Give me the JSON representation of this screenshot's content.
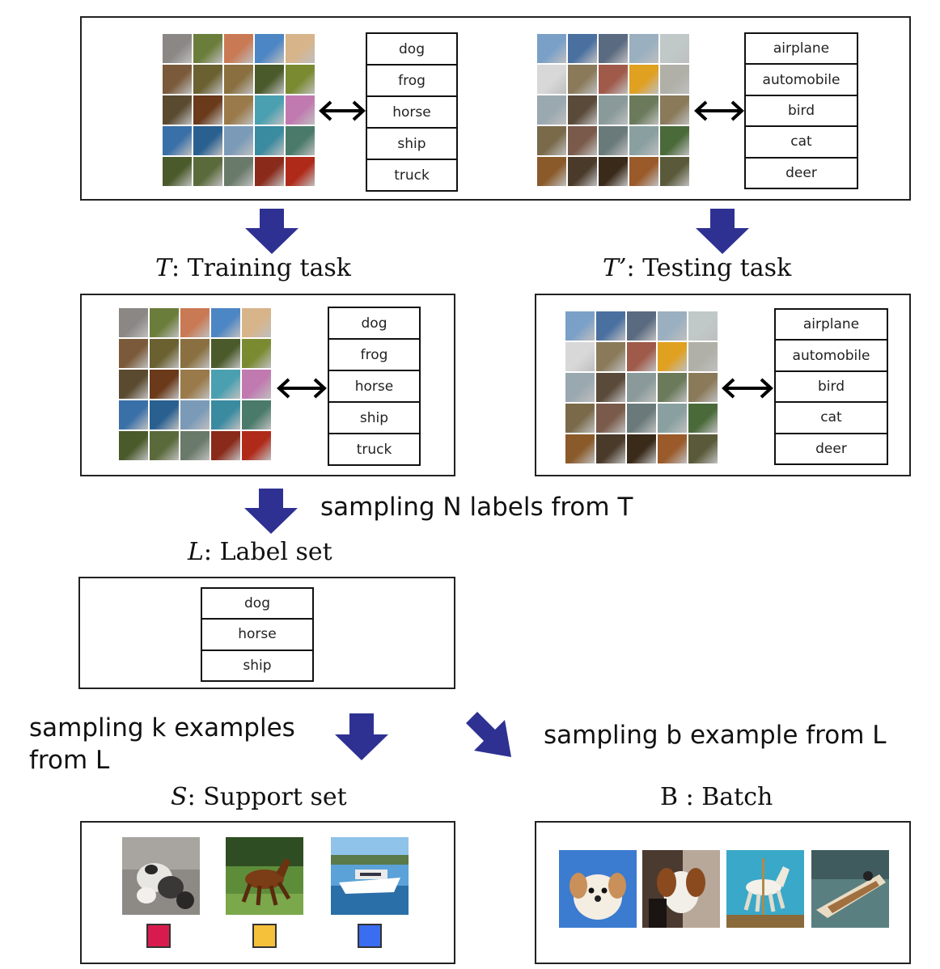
{
  "dataset_panel": {
    "train_labels": [
      "dog",
      "frog",
      "horse",
      "ship",
      "truck"
    ],
    "test_labels": [
      "airplane",
      "automobile",
      "bird",
      "cat",
      "deer"
    ]
  },
  "training_task": {
    "symbol": "T",
    "title_suffix": ": Training task",
    "labels": [
      "dog",
      "frog",
      "horse",
      "ship",
      "truck"
    ]
  },
  "testing_task": {
    "symbol": "T’",
    "title_suffix": ": Testing task",
    "labels": [
      "airplane",
      "automobile",
      "bird",
      "cat",
      "deer"
    ]
  },
  "sampling_n": "sampling N labels from T",
  "label_set": {
    "symbol": "L",
    "title_suffix": ": Label set",
    "labels": [
      "dog",
      "horse",
      "ship"
    ]
  },
  "sampling_k": {
    "line1": "sampling k examples",
    "line2": "from L"
  },
  "sampling_b": "sampling b example from L",
  "support_set": {
    "symbol": "S",
    "title_suffix": ": Support set",
    "swatch_colors": [
      "#d81b4e",
      "#f5c13a",
      "#3a6df0"
    ]
  },
  "batch": {
    "title": "B : Batch"
  },
  "colors": {
    "arrow_blue": "#2e3192"
  }
}
